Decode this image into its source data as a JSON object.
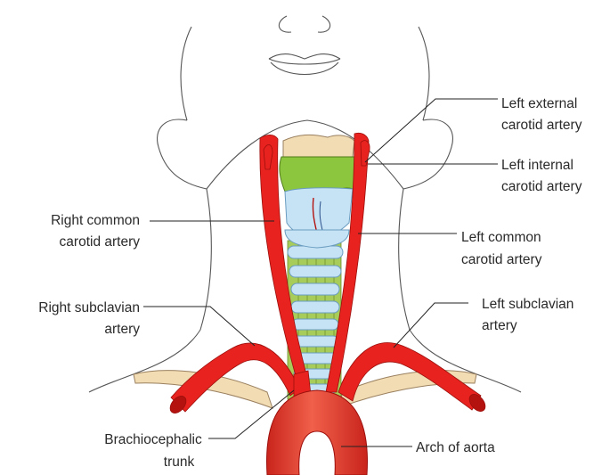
{
  "diagram": {
    "colors": {
      "artery": "#e8231f",
      "artery_dark": "#b3120f",
      "cartilage_green": "#8cc63f",
      "trachea_blue": "#c6e3f5",
      "bone": "#f2dcb3",
      "outline": "#444444"
    },
    "labels": {
      "left_external_carotid": [
        "Left external",
        "carotid artery"
      ],
      "left_internal_carotid": [
        "Left internal",
        "carotid artery"
      ],
      "right_common_carotid": [
        "Right common",
        "carotid artery"
      ],
      "left_common_carotid": [
        "Left common",
        "carotid artery"
      ],
      "right_subclavian": [
        "Right subclavian",
        "artery"
      ],
      "left_subclavian": [
        "Left subclavian",
        "artery"
      ],
      "brachiocephalic": [
        "Brachiocephalic",
        "trunk"
      ],
      "arch_of_aorta": [
        "Arch of aorta"
      ]
    }
  }
}
